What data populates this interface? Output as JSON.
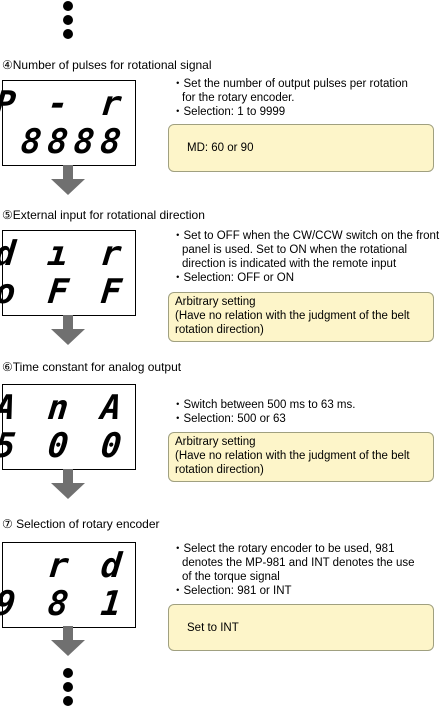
{
  "sections": [
    {
      "title": "④Number of pulses for rotational signal",
      "display": [
        "P - r",
        "8888"
      ],
      "description": [
        "・Set the number of output pulses per rotation",
        "  for the rotary encoder.",
        "・Selection: 1 to 9999"
      ],
      "note": [
        "MD: 60 or 90"
      ]
    },
    {
      "title": "⑤External input for rotational direction",
      "display": [
        "E d ı r",
        "o F F"
      ],
      "description": [
        "・Set to OFF when the CW/CCW switch on the front",
        "  panel is used. Set to ON when the rotational",
        "  direction is indicated with the remote input",
        "・Selection: OFF or ON"
      ],
      "note": [
        "Arbitrary setting",
        "(Have no relation with the judgment of the belt",
        "rotation direction)"
      ]
    },
    {
      "title": "⑥Time constant for analog output",
      "display": [
        "A n A",
        "5 0 0"
      ],
      "description": [
        "・Switch between 500 ms to 63 ms.",
        "・Selection: 500 or 63"
      ],
      "note": [
        "Arbitrary setting",
        "(Have no relation with the judgment of the belt",
        "rotation direction)"
      ]
    },
    {
      "title": "⑦ Selection of rotary encoder",
      "display": [
        "r d",
        "9 8 1"
      ],
      "description": [
        "・Select the rotary encoder to be used, 981",
        "  denotes the MP-981 and INT denotes the use",
        "  of the torque signal",
        "・Selection: 981 or INT"
      ],
      "note": [
        "Set to INT"
      ]
    }
  ]
}
